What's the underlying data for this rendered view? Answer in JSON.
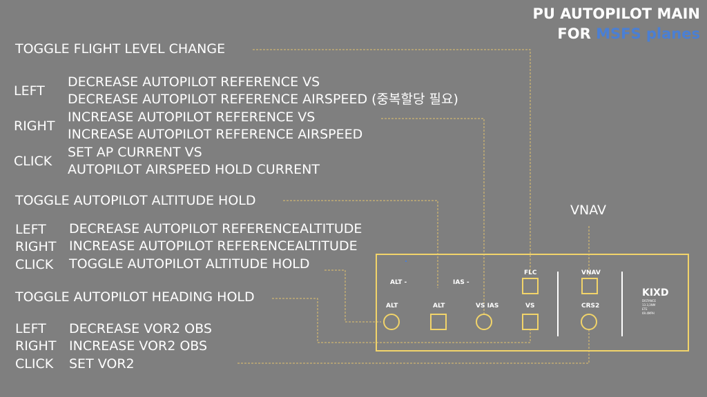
{
  "header": {
    "title": "PU AUTOPILOT MAIN",
    "subtitle_prefix": "FOR",
    "subtitle_accent": "MSFS planes"
  },
  "colors": {
    "background": "#7f7f7f",
    "accent": "#4a7fd4",
    "panel_outline": "#f2d46a",
    "leader_line": "#e3c36c"
  },
  "sections": {
    "flc": {
      "title": "TOGGLE FLIGHT LEVEL CHANGE",
      "left_label": "LEFT",
      "left_lines": [
        "DECREASE AUTOPILOT REFERENCE VS",
        "DECREASE AUTOPILOT REFERENCE AIRSPEED (중복할당 필요)"
      ],
      "right_label": "RIGHT",
      "right_lines": [
        "INCREASE AUTOPILOT REFERENCE VS",
        "INCREASE AUTOPILOT REFERENCE AIRSPEED"
      ],
      "click_label": "CLICK",
      "click_lines": [
        "SET AP CURRENT VS",
        "AUTOPILOT AIRSPEED HOLD CURRENT"
      ]
    },
    "alt": {
      "title": "TOGGLE AUTOPILOT ALTITUDE HOLD",
      "left_label": "LEFT",
      "left_text": "DECREASE AUTOPILOT REFERENCEALTITUDE",
      "right_label": "RIGHT",
      "right_text": "INCREASE AUTOPILOT REFERENCEALTITUDE",
      "click_label": "CLICK",
      "click_text": "TOGGLE AUTOPILOT ALTITUDE HOLD"
    },
    "hdg": {
      "title": "TOGGLE AUTOPILOT HEADING HOLD",
      "left_label": "LEFT",
      "left_text": "DECREASE VOR2 OBS",
      "right_label": "RIGHT",
      "right_text": "INCREASE VOR2 OBS",
      "click_label": "CLICK",
      "click_text": "SET VOR2"
    },
    "vnav_label": "VNAV"
  },
  "panel": {
    "alt_readout": "ALT  -",
    "ias_readout": "IAS  -",
    "controls": {
      "alt_knob": "ALT",
      "alt_button": "ALT",
      "vsias_knob": "VS IAS",
      "vs_button": "VS",
      "flc_button": "FLC",
      "vnav_button": "VNAV",
      "crs2_knob": "CRS2"
    },
    "display": {
      "airport": "KIXD",
      "lines": [
        "DISTANCE",
        "13.3,3NM",
        "ETE",
        "69.4MPH"
      ]
    }
  }
}
